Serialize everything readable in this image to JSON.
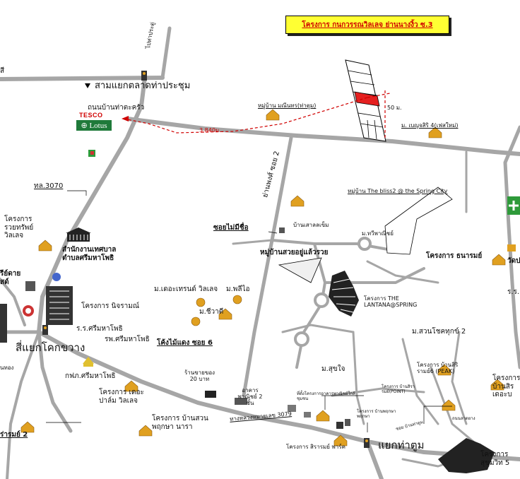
{
  "title": "โครงการ กนกวรรณวิลเลจ ย่านนางงิ้ว ซ.3",
  "roads": {
    "junction_north": "สามแยกตลาดท่าประชุม",
    "to_pradu": "ไปท่าประดู่",
    "road_ban_tha_takrai": "ถนนบ้านท่าตะครัว",
    "distance": "3,840ม.",
    "width_50m": "50 ม.",
    "highway_3070": "ทล.3070",
    "road_prapharat": "ย่านพงศ์ ซอย 2",
    "soi_no_name": "ซอยไม่มีชื่อ",
    "khong_mai_daeng": "โค้งไม้แดง ซอย 6",
    "highway_3079": "ทางหลวงหมายเลข 3079",
    "junction_kot": "สี่แยกโคกขวาง",
    "junction_tha_tum": "แยกท่าตูม"
  },
  "places": {
    "muban_maneerat": "หมู่บ้าน มณีนทร(ท่าตูม)",
    "m_benjasiri4": "ม. เบญจสิริ 4(เฟสใหม่)",
    "muban_bliss": "หมู่บ้าน The bliss2 @ the Spring City",
    "muban_suan": "หมู่บ้านสวยอยู่แล้วรวย",
    "m_paka": "ม.ทวีพาณิชย์",
    "ban_sao": "บ้านเสาลลเข็ม",
    "lantana": "โครงการ THE LANTANA@SPRING",
    "thanarom": "โครงการ ธนารมย์",
    "ruai_sap": "โครงการ รวยทรัพย์ วิลเลจ",
    "tessaban": "สำนักงานเทศบาล ตำบลศรีมหาโพธิ",
    "nisaram": "โครงการ นิจรามณ์",
    "the_trend": "ม.เดอะเทรนด์ วิลเลจ",
    "m_phuttha": "ม.พลีไอ",
    "m_chiwadi": "ม.ชีวาดี",
    "school": "ร.ร.ศรีมหาโพธิ",
    "hospital": "รพ.ศรีมหาโพธิ",
    "post": "กฟภ.ศรีมหาโพธิ",
    "shop20": "ร้านขายของ 20 บาท",
    "building": "อาคารพาณิชย์ 2 ชั้น",
    "palm_village": "โครงการ เดอะปาล์ม วิลเลจ",
    "suan_phruksa": "โครงการ บ้านสวนพฤกษา นารา",
    "m_sukjai": "ม.สุขใจ",
    "m_suan_chok": "ม.สวนโชคทุกข์ 2",
    "ban_siri": "โครงการ บ้านสิริรามย์6 (PEAK)",
    "sirarom": "โครงการ สิรารมย์ พาร์ค",
    "sukhumvit5": "โครงการ สุขุมวิท 5",
    "wat": "วัดป",
    "right_proj": "โครงการ บ้านสิร เดอะบ",
    "right_rr": "ร.ร.",
    "ari_left": "รีย์ดาย สด์",
    "left_thong": "นทอง",
    "left_ramy": "ร่ารมย์ 2",
    "left_top": "สี",
    "small_a": "ที่ตั้งโครงการอาคารพาณิชย์ใกล้ชุมชน",
    "small_b": "โครงการ บ้านพฤกษาพฤกษา",
    "small_c": "โครงการ บ้านสิรารมย์(POINT)",
    "small_d": "ถนนลาดยาง",
    "small_e": "ซอย บ้านท่าตูม"
  },
  "colors": {
    "road": "#a6a6a6",
    "route": "#d00000",
    "title_bg": "#ffff33",
    "title_text": "#d00000",
    "house": "#e0a020",
    "green": "#2e9a3a"
  },
  "icons": [
    "house-icon",
    "tesco-lotus-logo",
    "office-building-icon",
    "pin-icon",
    "traffic-light-icon"
  ]
}
